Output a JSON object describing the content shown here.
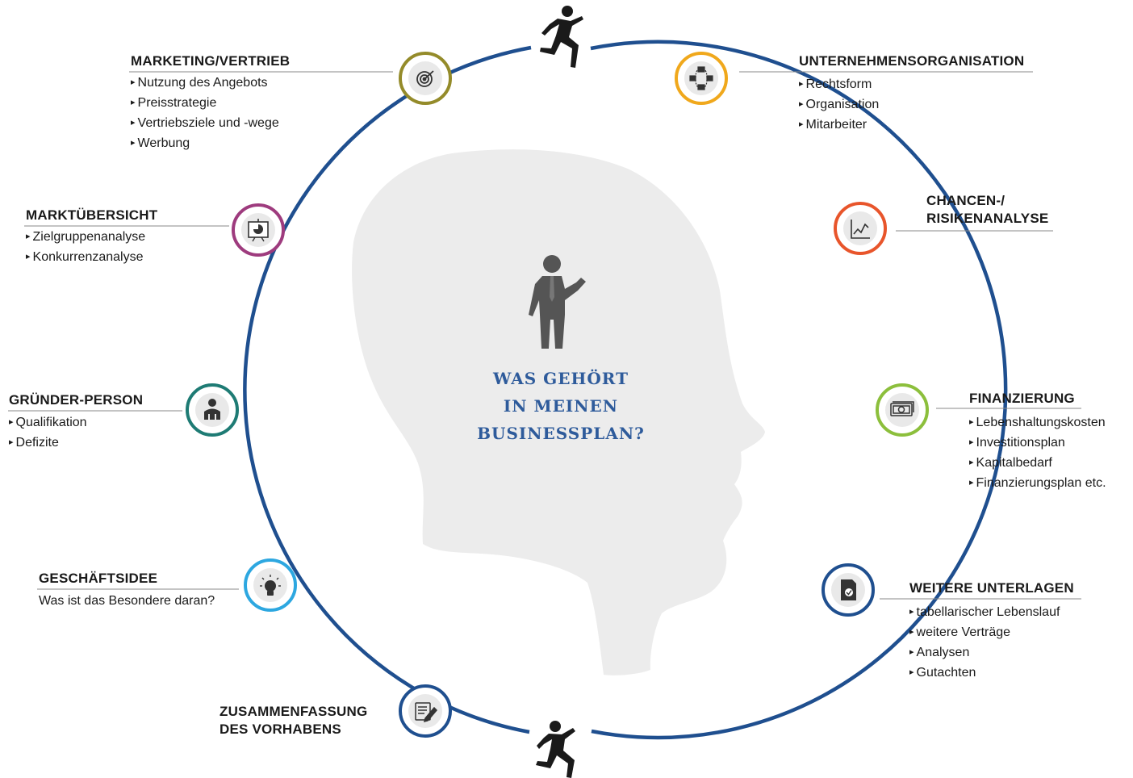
{
  "center_title": [
    "Was gehört",
    "in meinen",
    "Businessplan?"
  ],
  "colors": {
    "ring": "#1f4f8f",
    "head": "#ececec",
    "figure": "#555555",
    "marketing": "#948b2a",
    "organisation": "#f0a81c",
    "marktuebersicht": "#9e3b7e",
    "chancen": "#e8552b",
    "gruender": "#1e7b74",
    "finanzierung": "#8cbf3c",
    "geschaeftsidee": "#2da7e0",
    "unterlagen": "#1f4f8f",
    "zusammenfassung": "#1f4f8f"
  },
  "sections": {
    "marketing": {
      "icon": "target-icon",
      "title": "MARKETING/VERTRIEB",
      "items": [
        "Nutzung des Angebots",
        "Preisstrategie",
        "Vertriebsziele und -wege",
        "Werbung"
      ]
    },
    "organisation": {
      "icon": "org-chart-icon",
      "title": "UNTERNEHMENSORGANISATION",
      "items": [
        "Rechtsform",
        "Organisation",
        "Mitarbeiter"
      ]
    },
    "marktuebersicht": {
      "icon": "presentation-chart-icon",
      "title": "MARKTÜBERSICHT",
      "items": [
        "Zielgruppenanalyse",
        "Konkurrenzanalyse"
      ]
    },
    "chancen": {
      "icon": "line-chart-icon",
      "title_line1": "CHANCEN-/",
      "title_line2": "RISIKENANALYSE"
    },
    "gruender": {
      "icon": "person-icon",
      "title": "GRÜNDER-PERSON",
      "items": [
        "Qualifikation",
        "Defizite"
      ]
    },
    "finanzierung": {
      "icon": "money-icon",
      "title": "FINANZIERUNG",
      "items": [
        "Lebenshaltungskosten",
        "Investitionsplan",
        "Kapitalbedarf",
        "Finanzierungsplan etc."
      ]
    },
    "geschaeftsidee": {
      "icon": "lightbulb-icon",
      "title": "GESCHÄFTSIDEE",
      "text": "Was ist das Besondere daran?"
    },
    "unterlagen": {
      "icon": "document-check-icon",
      "title": "WEITERE UNTERLAGEN",
      "items": [
        "tabellarischer Lebenslauf",
        "weitere Verträge",
        "Analysen",
        "Gutachten"
      ]
    },
    "zusammenfassung": {
      "icon": "notepad-pencil-icon",
      "title_line1": "ZUSAMMENFASSUNG",
      "title_line2": "DES VORHABENS"
    }
  }
}
